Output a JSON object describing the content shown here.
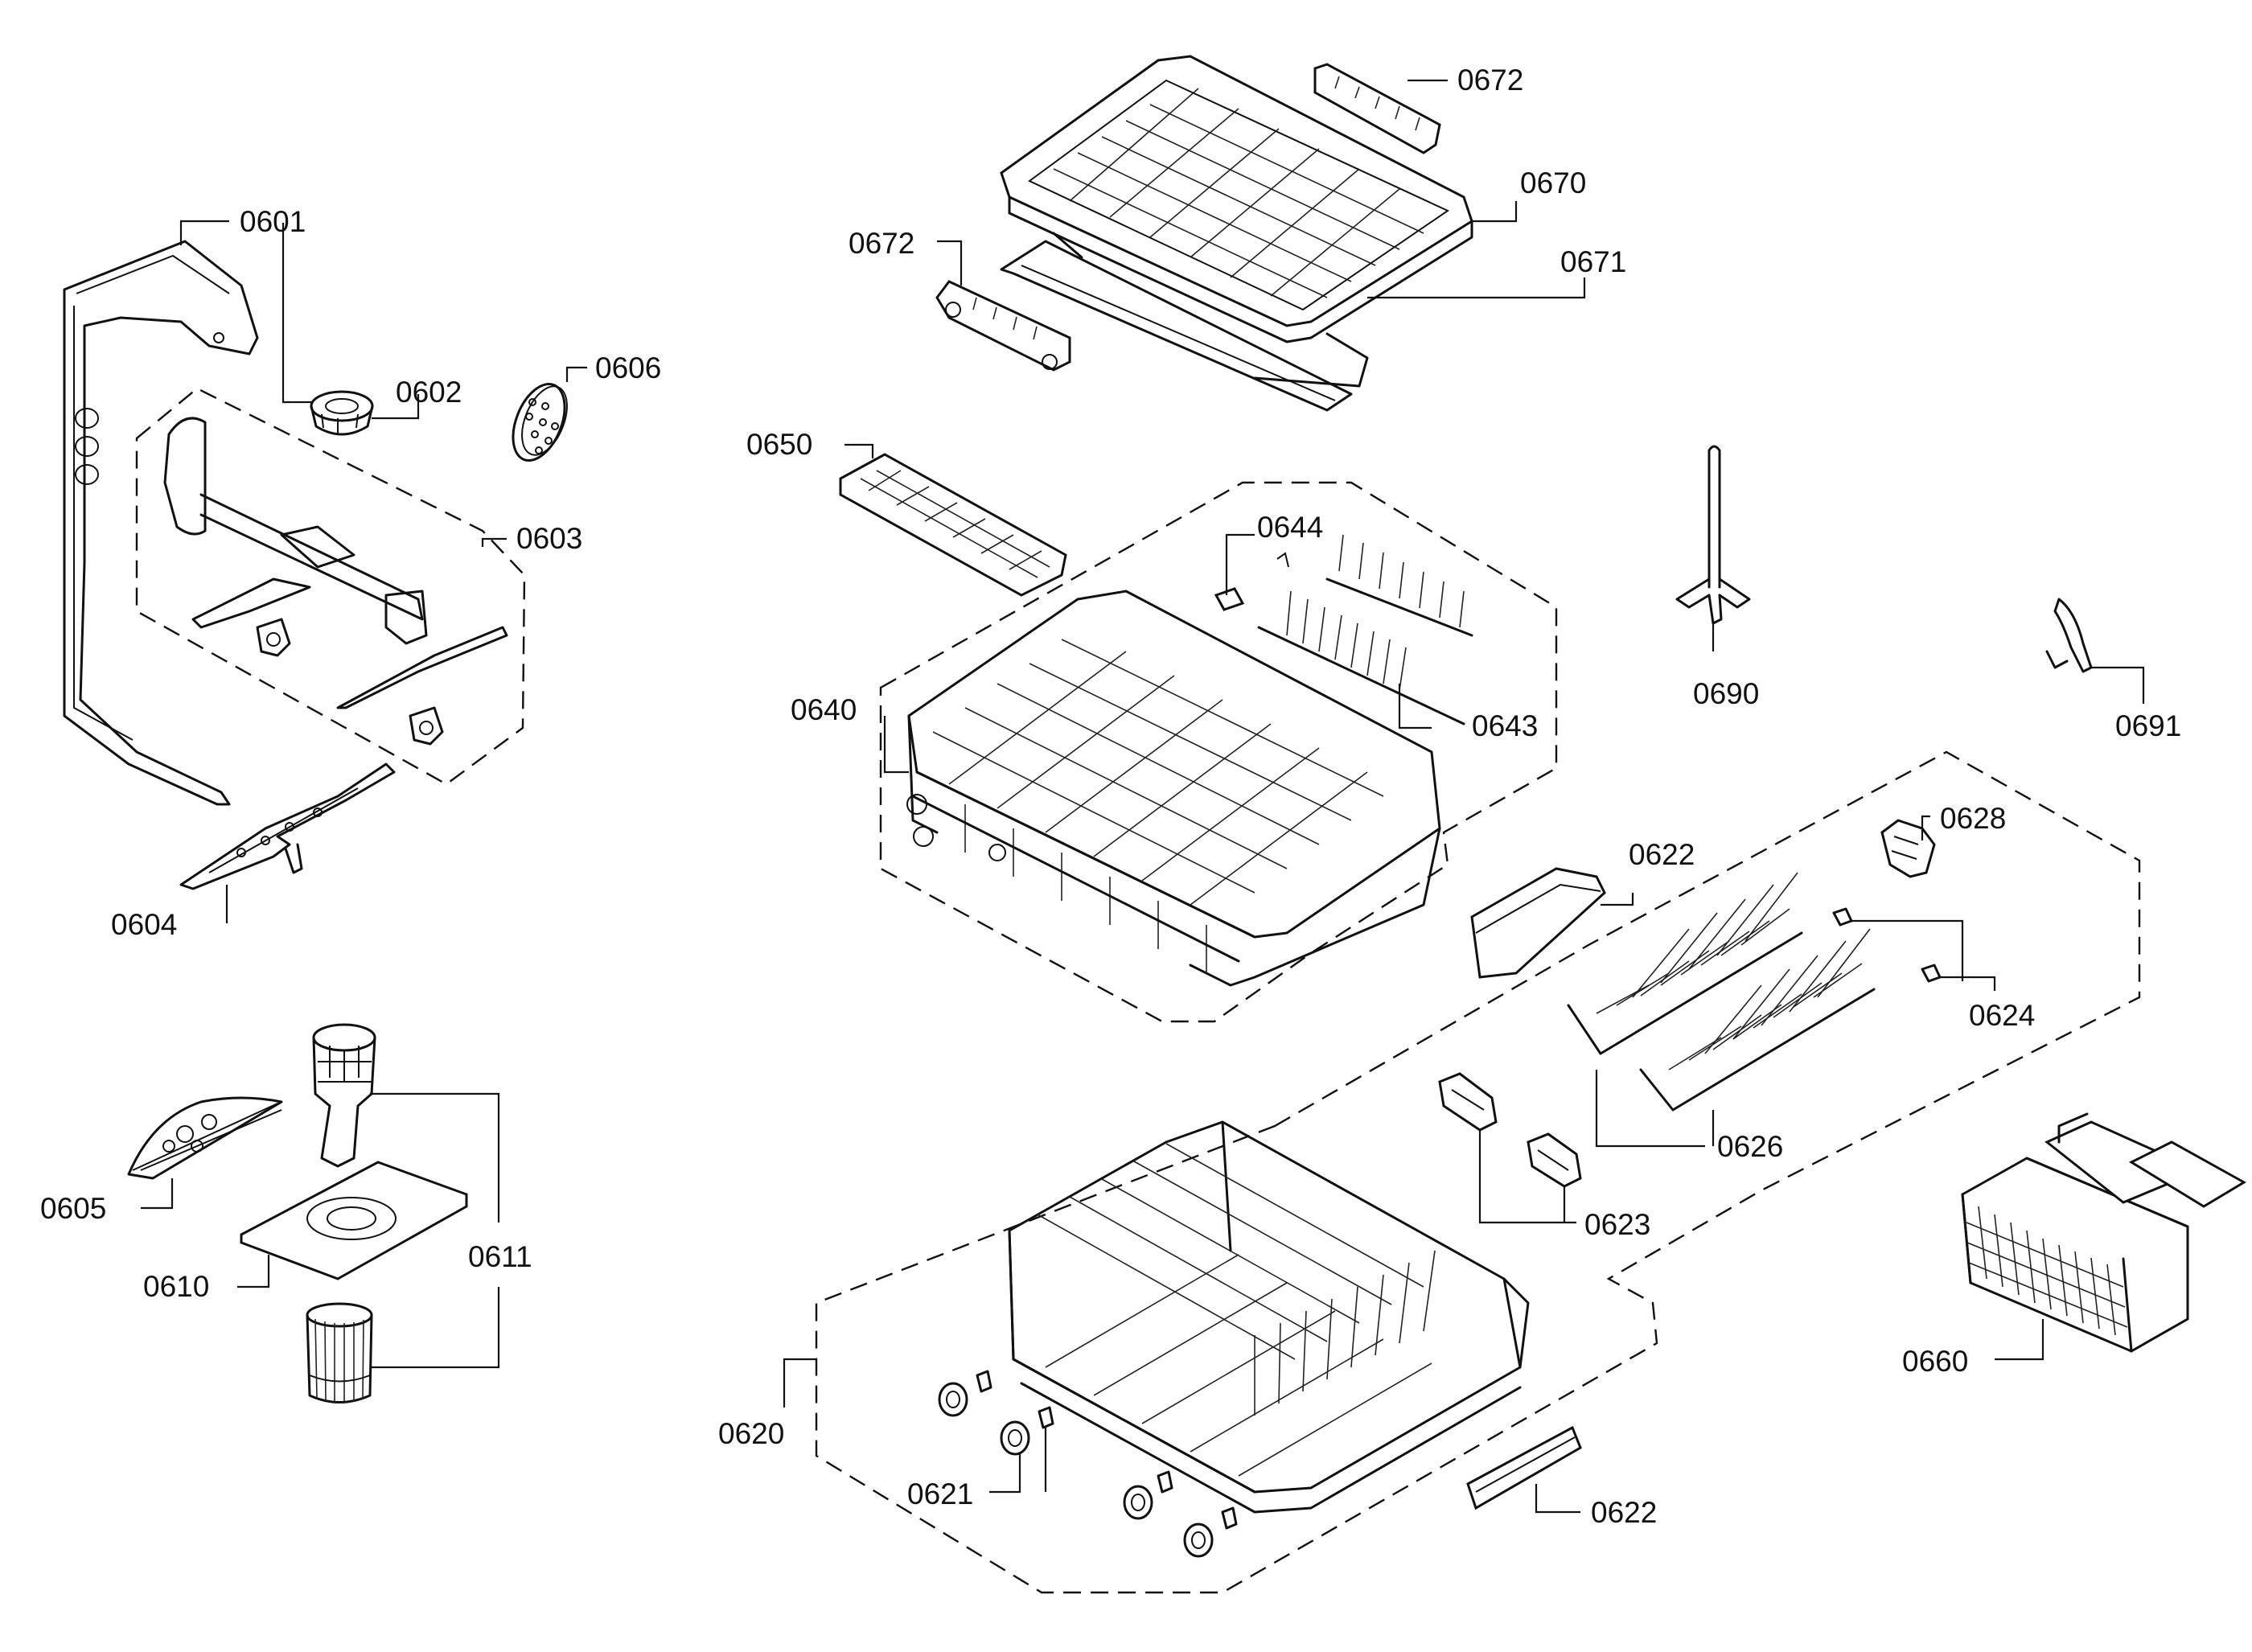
{
  "labels": {
    "p0601": "0601",
    "p0602": "0602",
    "p0603": "0603",
    "p0604": "0604",
    "p0605": "0605",
    "p0606": "0606",
    "p0610": "0610",
    "p0611": "0611",
    "p0620": "0620",
    "p0621": "0621",
    "p0622a": "0622",
    "p0622b": "0622",
    "p0623": "0623",
    "p0624": "0624",
    "p0626": "0626",
    "p0628": "0628",
    "p0640": "0640",
    "p0643": "0643",
    "p0644": "0644",
    "p0650": "0650",
    "p0660": "0660",
    "p0670": "0670",
    "p0671": "0671",
    "p0672a": "0672",
    "p0672b": "0672",
    "p0690": "0690",
    "p0691": "0691"
  }
}
